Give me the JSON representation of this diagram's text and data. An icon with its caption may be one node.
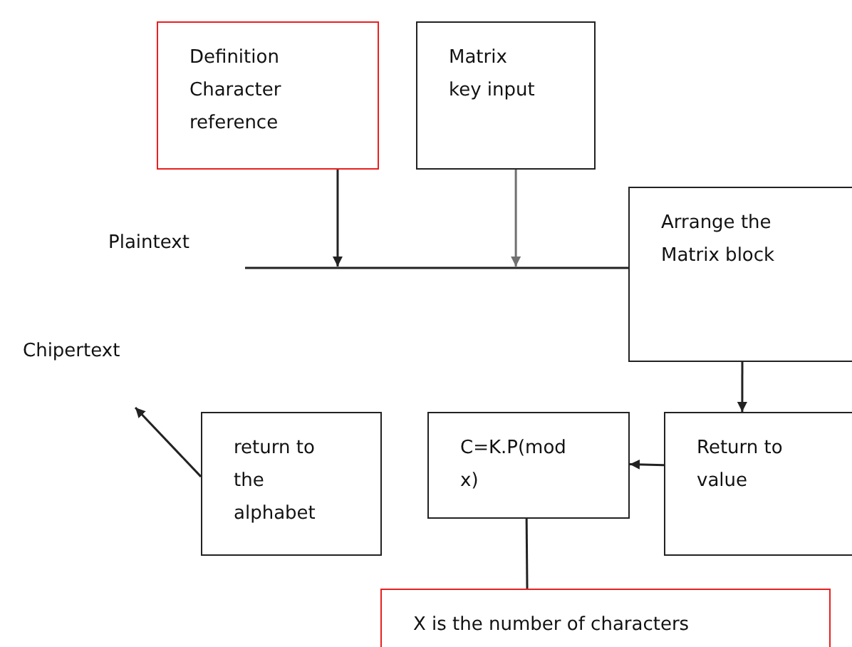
{
  "diagram": {
    "nodes": [
      {
        "text": [
          "Definition Character reference"
        ]
      },
      {
        "text": [
          "Matrix key input"
        ]
      },
      {
        "text": [
          "Plaintext"
        ]
      },
      {
        "text": [
          "Arrange the Matrix block"
        ]
      },
      {
        "text": [
          "Return to value"
        ]
      },
      {
        "text": [
          "C=K.P(mod x)"
        ]
      },
      {
        "text": [
          "return to the alphabet"
        ]
      },
      {
        "text": [
          "Chipertext"
        ]
      },
      {
        "text": [
          "X is the number of characters"
        ]
      }
    ],
    "edges": [
      {
        "from": 2,
        "to": 3,
        "arrow": "none"
      },
      {
        "from": 0,
        "to": null,
        "arrow": "to"
      },
      {
        "from": 1,
        "to": null,
        "arrow": "to",
        "color": "#707070"
      },
      {
        "from": 3,
        "to": 4,
        "arrow": "to"
      },
      {
        "from": 4,
        "to": 5,
        "arrow": "to"
      },
      {
        "from": 6,
        "to": 7,
        "arrow": "to"
      },
      {
        "from": 5,
        "to": 8,
        "arrow": "none"
      }
    ]
  }
}
